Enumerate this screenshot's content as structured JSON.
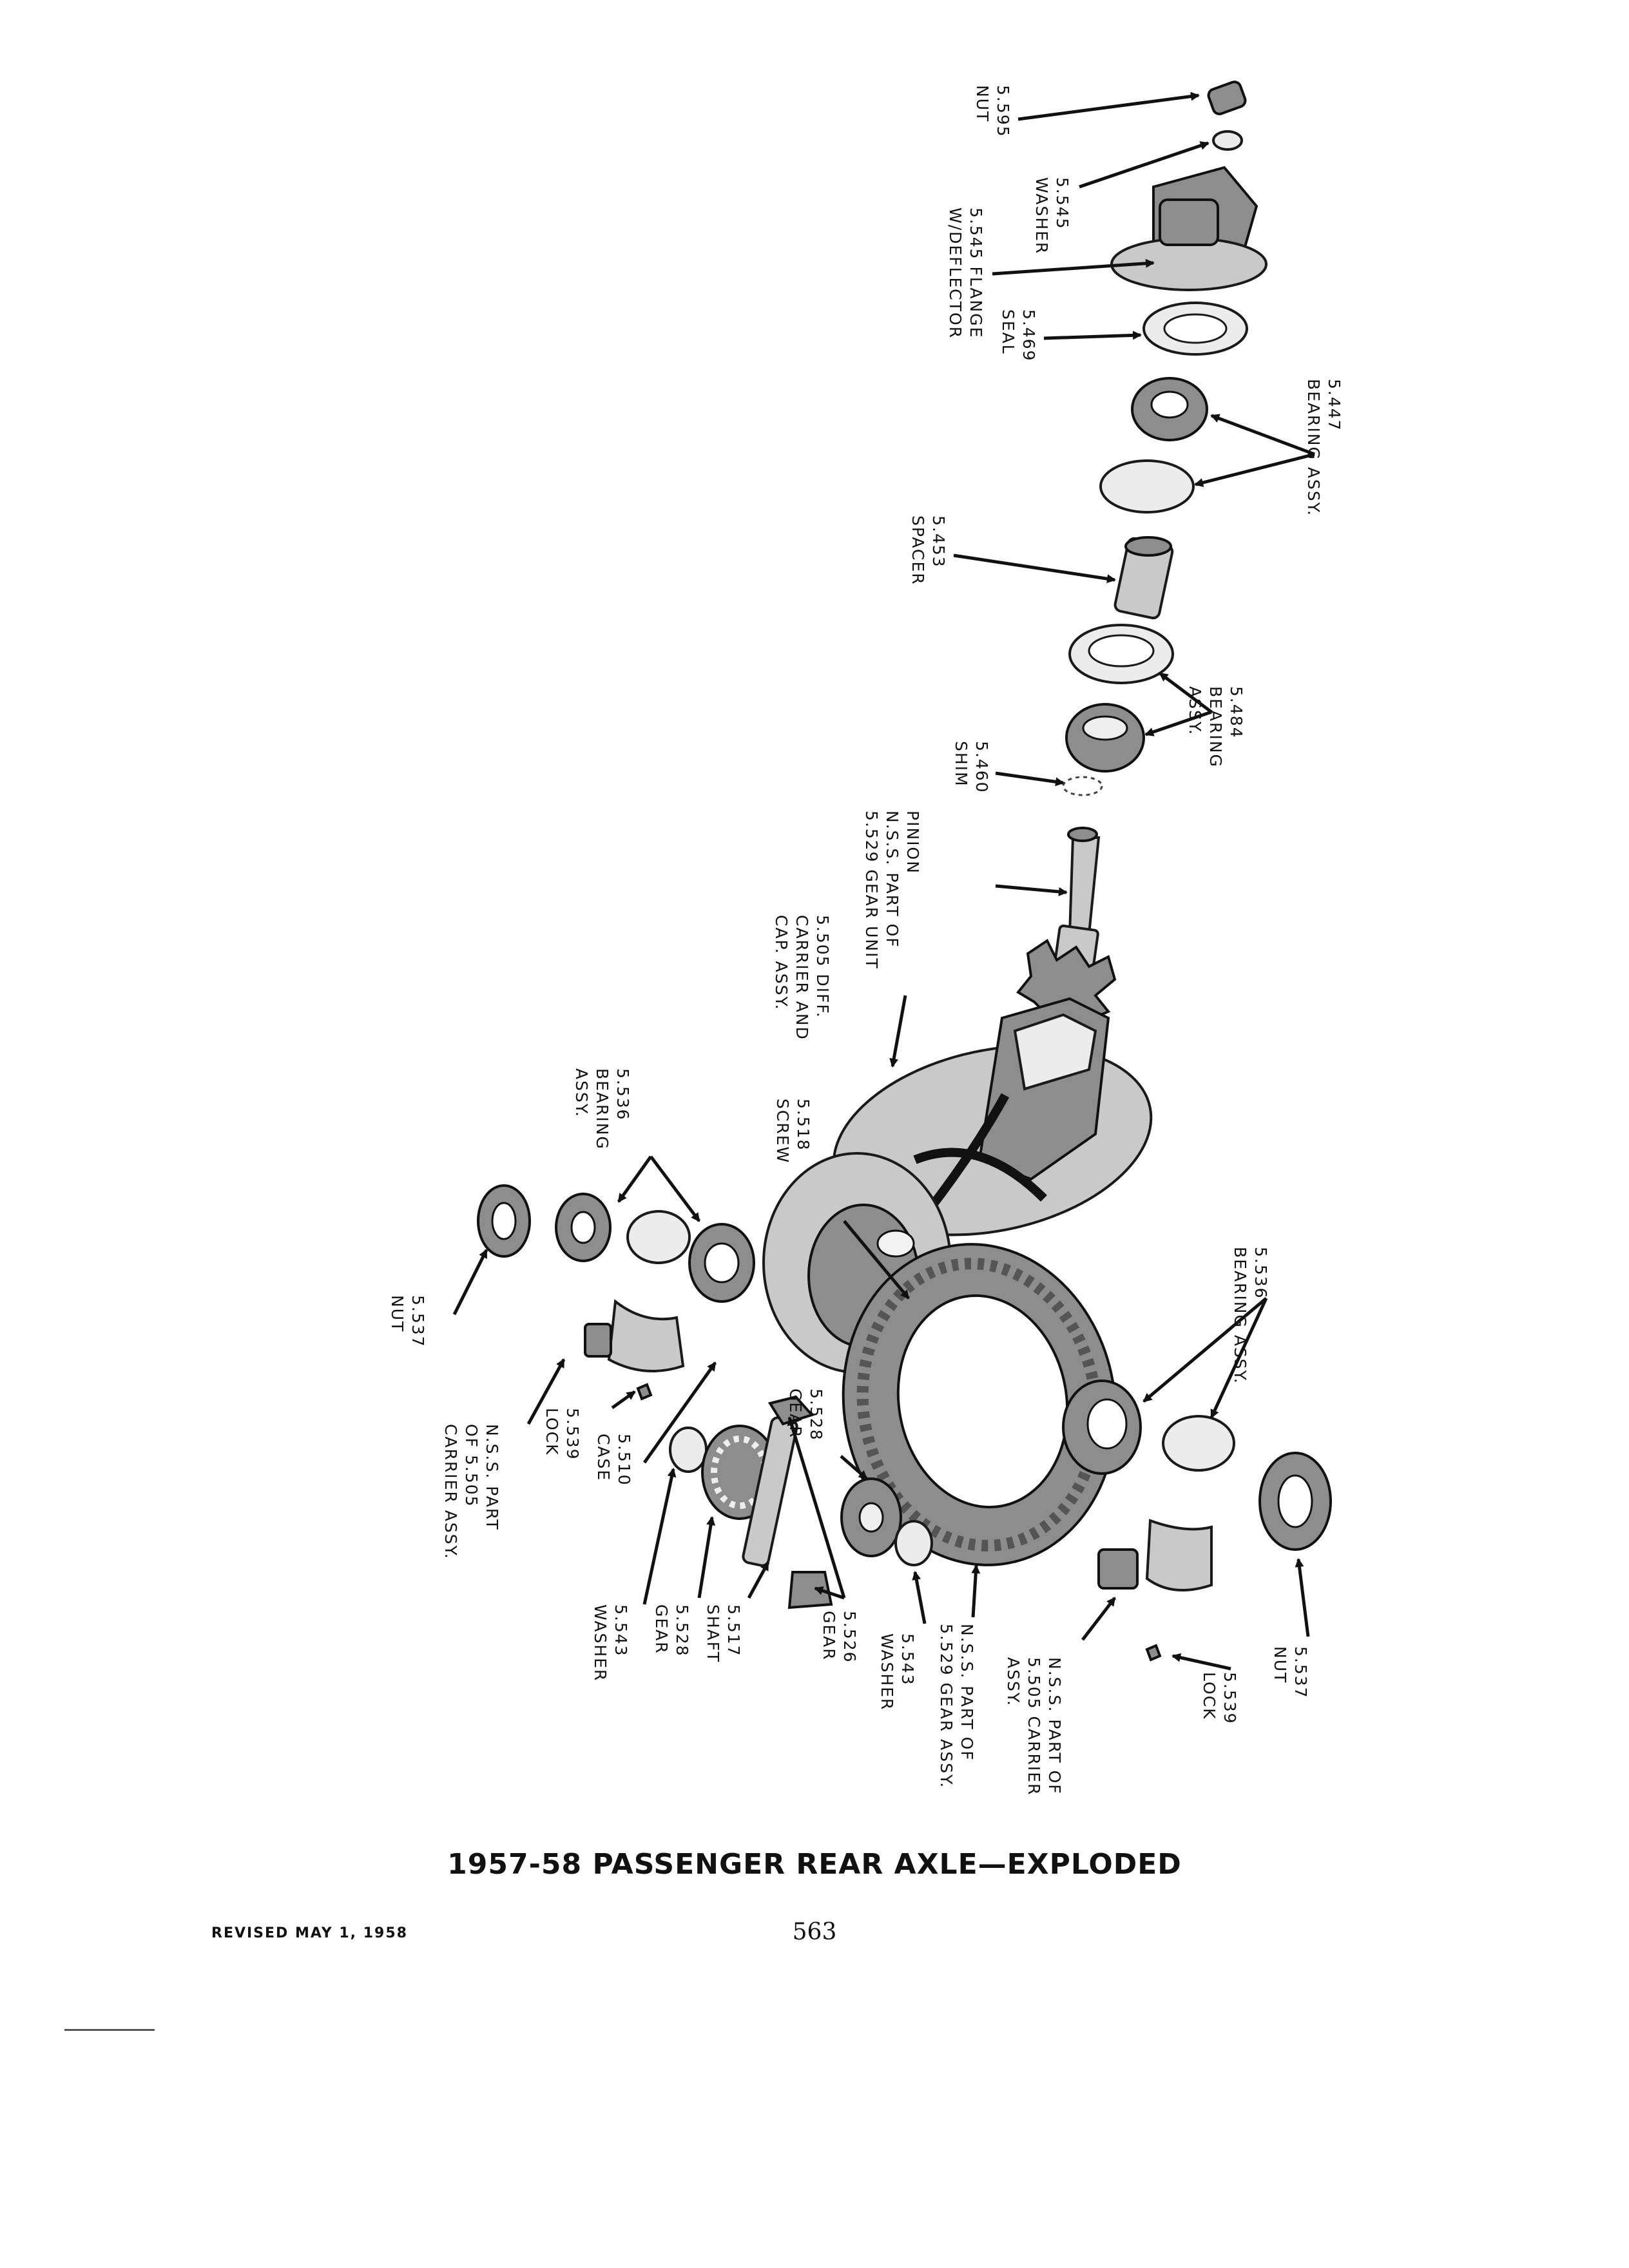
{
  "title": "1957-58 PASSENGER REAR AXLE—EXPLODED",
  "revised": "REVISED MAY 1, 1958",
  "page_number": "563",
  "labels": {
    "l5595": [
      "5.595",
      "NUT"
    ],
    "l5545w": [
      "5.545",
      "WASHER"
    ],
    "l5545f": [
      "5.545 FLANGE",
      "W/DEFLECTOR"
    ],
    "l5469": [
      "5.469",
      "SEAL"
    ],
    "l5447": [
      "5.447",
      "BEARING ASSY."
    ],
    "l5453": [
      "5.453",
      "SPACER"
    ],
    "l5484": [
      "5.484",
      "BEARING",
      "ASSY."
    ],
    "l5460": [
      "5.460",
      "SHIM"
    ],
    "lpinion": [
      "PINION",
      "N.S.S. PART OF",
      "5.529 GEAR UNIT"
    ],
    "l5505": [
      "5.505 DIFF.",
      "CARRIER AND",
      "CAP. ASSY."
    ],
    "l5518": [
      "5.518",
      "SCREW"
    ],
    "l5536a": [
      "5.536",
      "BEARING",
      "ASSY."
    ],
    "l5537a": [
      "5.537",
      "NUT"
    ],
    "lnssa": [
      "N.S.S. PART",
      "OF 5.505",
      "CARRIER ASSY."
    ],
    "l5539a": [
      "5.539",
      "LOCK"
    ],
    "l5510": [
      "5.510",
      "CASE"
    ],
    "l5543a": [
      "5.543",
      "WASHER"
    ],
    "l5528a": [
      "5.528",
      "GEAR"
    ],
    "l5517": [
      "5.517",
      "SHAFT"
    ],
    "l5526": [
      "5.526",
      "GEAR"
    ],
    "l5528b": [
      "5.528",
      "GEAR"
    ],
    "l5543b": [
      "5.543",
      "WASHER"
    ],
    "lnss5529": [
      "N.S.S. PART OF",
      "5.529 GEAR ASSY."
    ],
    "l5536b": [
      "5.536",
      "BEARING ASSY."
    ],
    "lnssb": [
      "N.S.S. PART OF",
      "5.505 CARRIER",
      "ASSY."
    ],
    "l5539b": [
      "5.539",
      "LOCK"
    ],
    "l5537b": [
      "5.537",
      "NUT"
    ]
  }
}
